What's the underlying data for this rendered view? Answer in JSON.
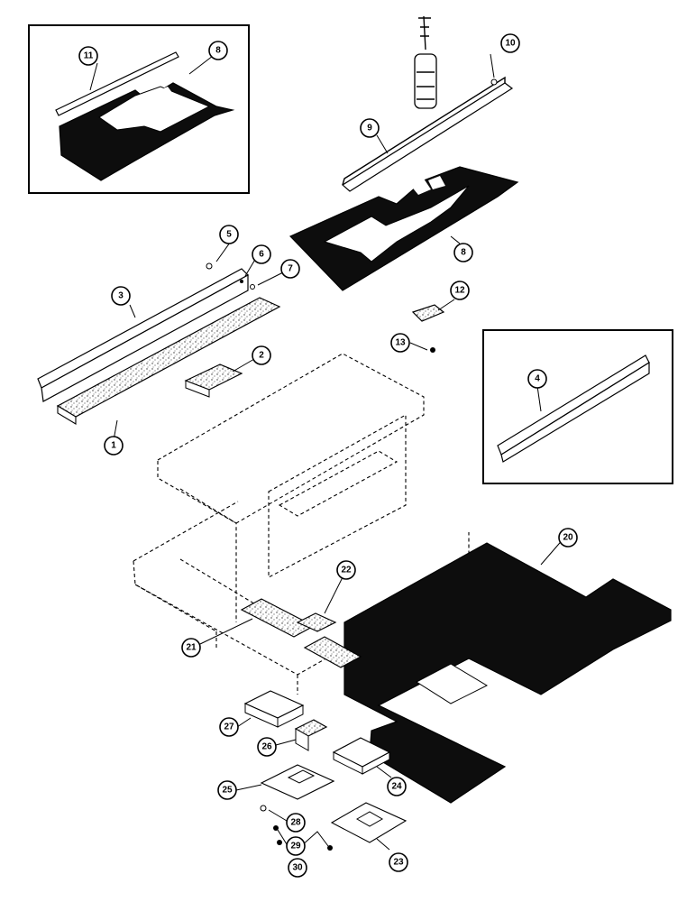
{
  "callouts": [
    {
      "id": "c1",
      "label": "1"
    },
    {
      "id": "c2",
      "label": "2"
    },
    {
      "id": "c3",
      "label": "3"
    },
    {
      "id": "c4",
      "label": "4"
    },
    {
      "id": "c5",
      "label": "5"
    },
    {
      "id": "c6",
      "label": "6"
    },
    {
      "id": "c7",
      "label": "7"
    },
    {
      "id": "c8a",
      "label": "8"
    },
    {
      "id": "c8b",
      "label": "8"
    },
    {
      "id": "c9",
      "label": "9"
    },
    {
      "id": "c10",
      "label": "10"
    },
    {
      "id": "c11",
      "label": "11"
    },
    {
      "id": "c12",
      "label": "12"
    },
    {
      "id": "c13",
      "label": "13"
    },
    {
      "id": "c20",
      "label": "20"
    },
    {
      "id": "c21",
      "label": "21"
    },
    {
      "id": "c22",
      "label": "22"
    },
    {
      "id": "c23",
      "label": "23"
    },
    {
      "id": "c24",
      "label": "24"
    },
    {
      "id": "c25",
      "label": "25"
    },
    {
      "id": "c26",
      "label": "26"
    },
    {
      "id": "c27",
      "label": "27"
    },
    {
      "id": "c28",
      "label": "28"
    },
    {
      "id": "c29",
      "label": "29"
    },
    {
      "id": "c30",
      "label": "30"
    }
  ]
}
